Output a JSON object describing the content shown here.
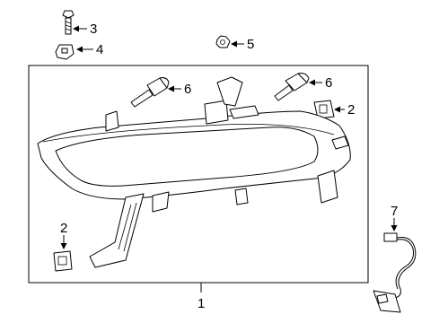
{
  "callouts": {
    "c1": "1",
    "c2a": "2",
    "c2b": "2",
    "c3": "3",
    "c4": "4",
    "c5": "5",
    "c6a": "6",
    "c6b": "6",
    "c7": "7"
  }
}
